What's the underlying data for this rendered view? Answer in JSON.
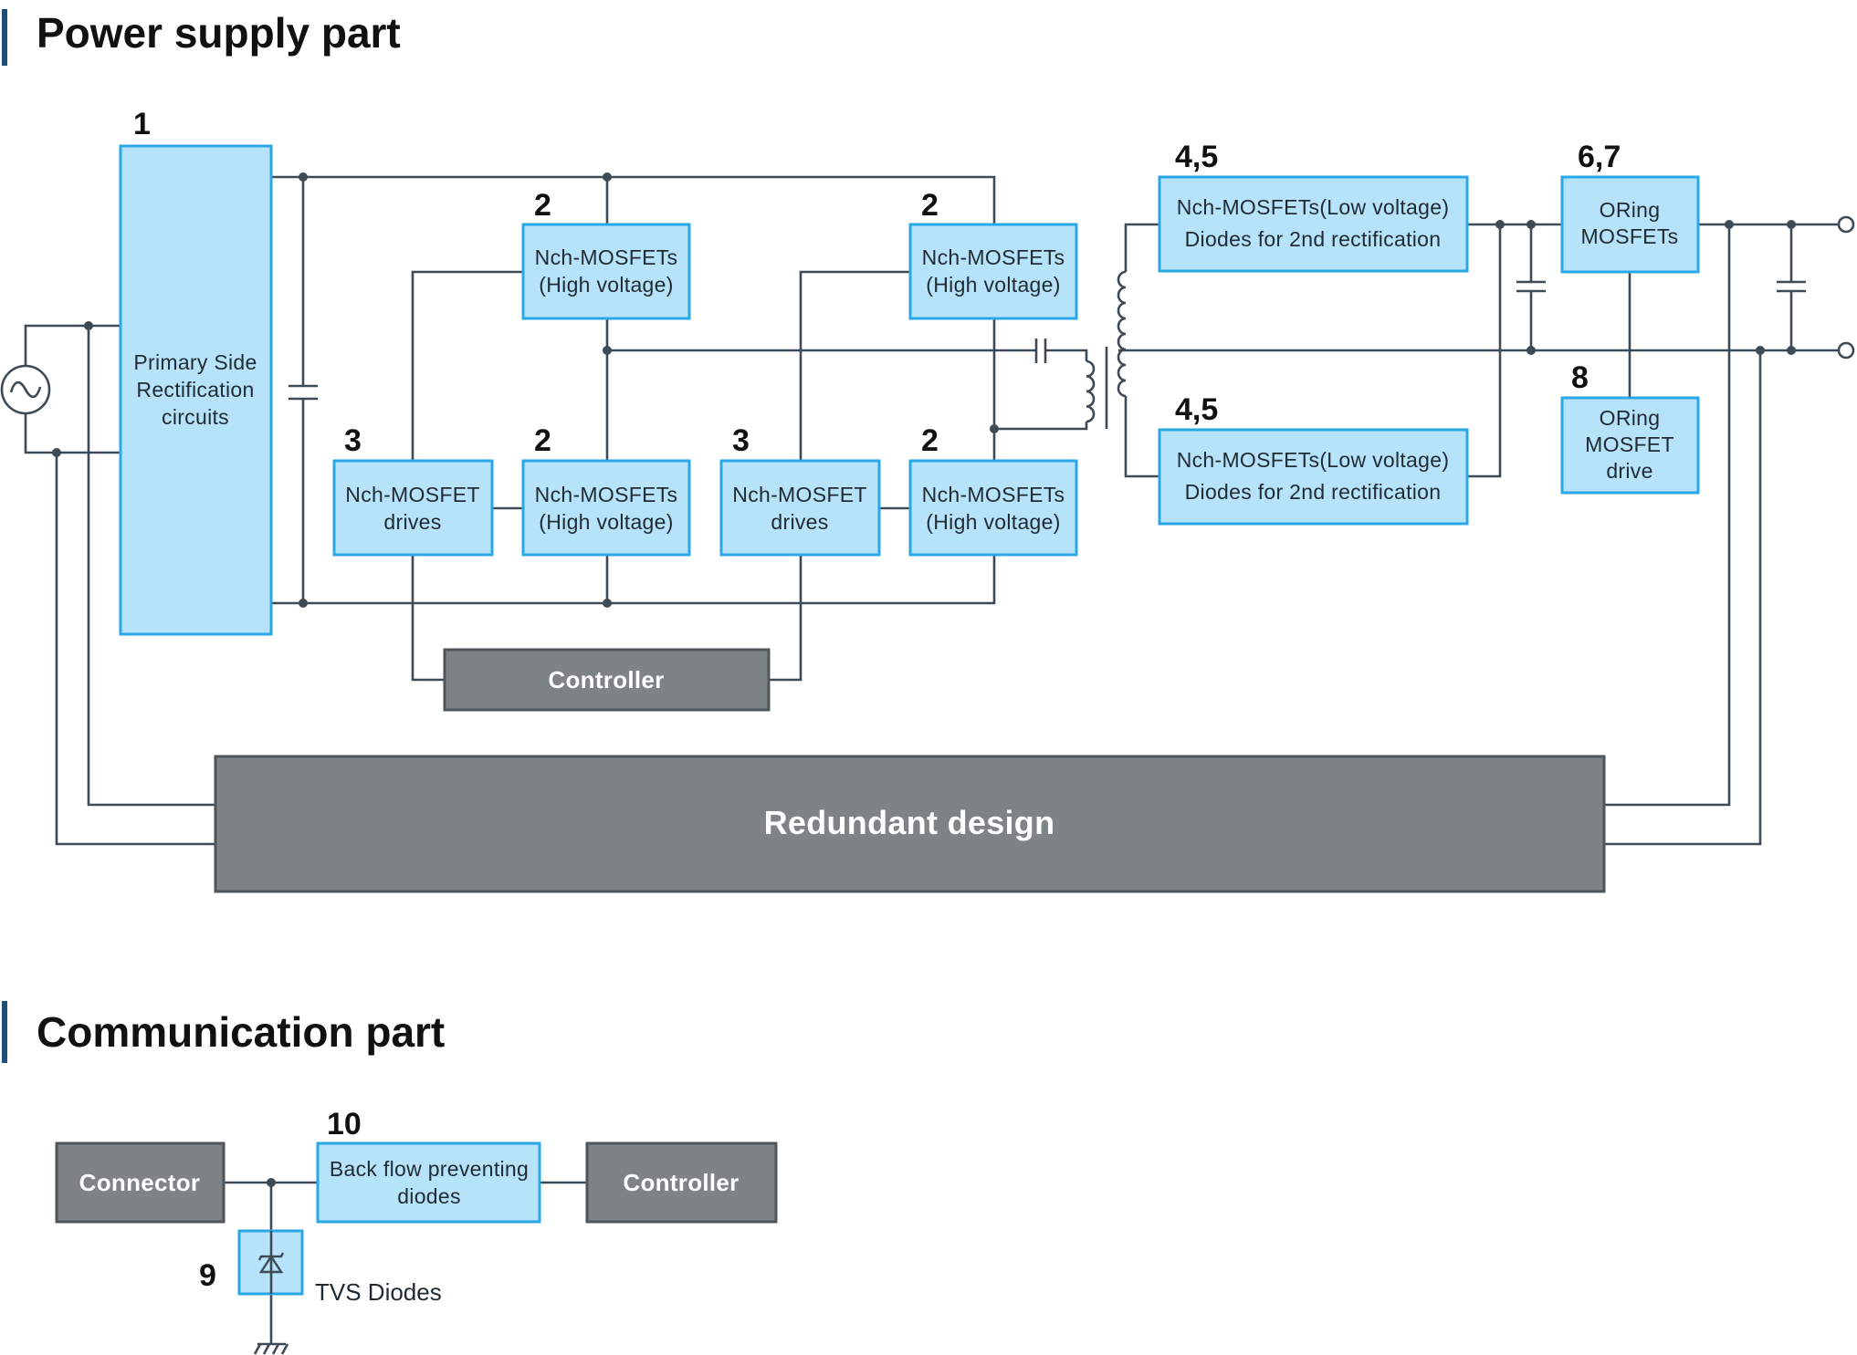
{
  "sections": {
    "power_title": "Power supply part",
    "comm_title": "Communication part"
  },
  "blocks": {
    "primary": {
      "num": "1",
      "lines": [
        "Primary Side",
        "Rectification",
        "circuits"
      ]
    },
    "hv_top_left": {
      "num": "2",
      "lines": [
        "Nch-MOSFETs",
        "(High voltage)"
      ]
    },
    "hv_top_right": {
      "num": "2",
      "lines": [
        "Nch-MOSFETs",
        "(High voltage)"
      ]
    },
    "drive_left": {
      "num": "3",
      "lines": [
        "Nch-MOSFET",
        "drives"
      ]
    },
    "hv_bot_left": {
      "num": "2",
      "lines": [
        "Nch-MOSFETs",
        "(High voltage)"
      ]
    },
    "drive_right": {
      "num": "3",
      "lines": [
        "Nch-MOSFET",
        "drives"
      ]
    },
    "hv_bot_right": {
      "num": "2",
      "lines": [
        "Nch-MOSFETs",
        "(High voltage)"
      ]
    },
    "lv_top": {
      "num": "4,5",
      "lines": [
        "Nch-MOSFETs(Low voltage)",
        "Diodes for 2nd rectification"
      ]
    },
    "lv_bot": {
      "num": "4,5",
      "lines": [
        "Nch-MOSFETs(Low voltage)",
        "Diodes for 2nd rectification"
      ]
    },
    "oring": {
      "num": "6,7",
      "lines": [
        "ORing",
        "MOSFETs"
      ]
    },
    "oring_drive": {
      "num": "8",
      "lines": [
        "ORing",
        "MOSFET",
        "drive"
      ]
    },
    "controller_power": {
      "label": "Controller"
    },
    "redundant": {
      "label": "Redundant design"
    }
  },
  "comm": {
    "connector": "Connector",
    "backflow": {
      "num": "10",
      "lines": [
        "Back flow preventing",
        "diodes"
      ]
    },
    "controller": "Controller",
    "tvs": {
      "num": "9",
      "label": "TVS Diodes"
    }
  },
  "colors": {
    "block_fill": "#b6e3fa",
    "block_stroke": "#29a8e6",
    "gray_fill": "#7e8486",
    "wire": "#3e4a55",
    "accent_bar": "#1f4e79"
  }
}
